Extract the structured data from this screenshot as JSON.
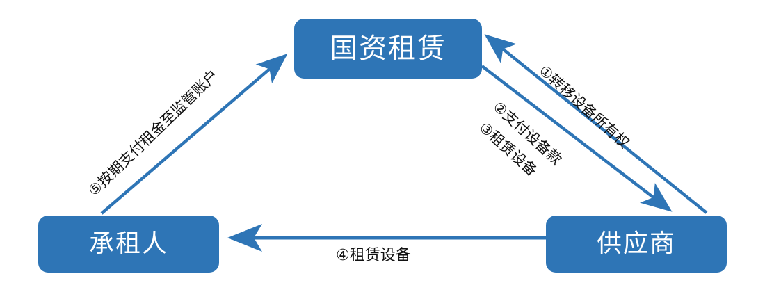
{
  "diagram": {
    "title_text": "",
    "colors": {
      "node_fill": "#2E75B6",
      "node_text": "#FFFFFF",
      "arrow": "#2E75B6",
      "label_text": "#111111",
      "background": "#FFFFFF"
    },
    "nodes": [
      {
        "id": "leasing",
        "label": "国资租赁"
      },
      {
        "id": "lessee",
        "label": "承租人"
      },
      {
        "id": "supplier",
        "label": "供应商"
      }
    ],
    "edges": [
      {
        "id": "edge-1",
        "label": "①转移设备所有权",
        "from": "supplier",
        "to": "leasing",
        "direction": "up-left"
      },
      {
        "id": "edge-2",
        "label": "②支付设备款",
        "from": "leasing",
        "to": "supplier",
        "direction": "down-right"
      },
      {
        "id": "edge-3",
        "label": "③租赁设备",
        "from": "leasing",
        "to": "supplier",
        "direction": "down-right"
      },
      {
        "id": "edge-4",
        "label": "④租赁设备",
        "from": "supplier",
        "to": "lessee",
        "direction": "left"
      },
      {
        "id": "edge-5",
        "label": "⑤按期支付租金至监管账户",
        "from": "lessee",
        "to": "leasing",
        "direction": "up-right"
      }
    ]
  }
}
